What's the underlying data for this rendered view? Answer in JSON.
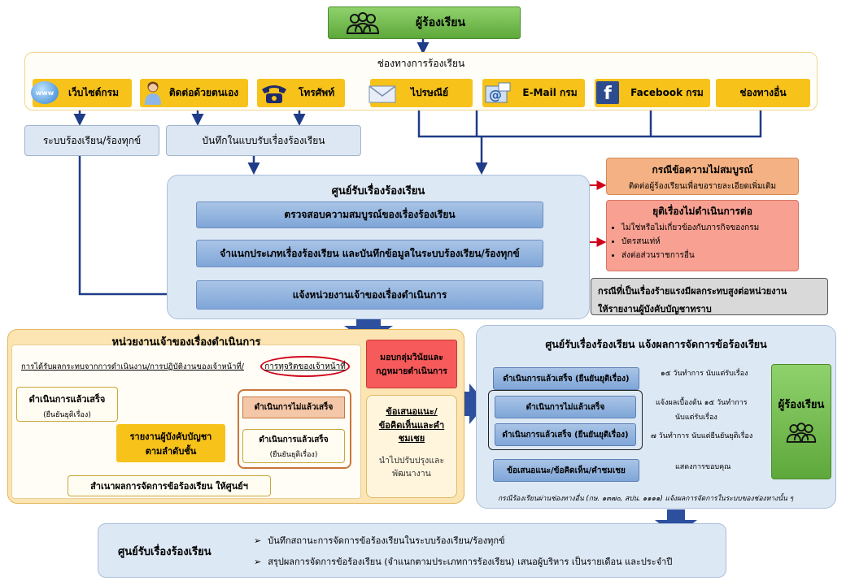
{
  "top": {
    "label": "ผู้ร้องเรียน",
    "icon": "people-icon"
  },
  "channels": {
    "title": "ช่องทางการร้องเรียน",
    "items": [
      {
        "label": "เว็บไซต์กรม",
        "icon": "globe-icon"
      },
      {
        "label": "ติดต่อด้วยตนเอง",
        "icon": "person-icon"
      },
      {
        "label": "โทรศัพท์",
        "icon": "telephone-icon"
      },
      {
        "label": "ไปรษณีย์",
        "icon": "envelope-icon"
      },
      {
        "label": "E-Mail กรม",
        "icon": "email-icon"
      },
      {
        "label": "Facebook กรม",
        "icon": "facebook-icon"
      },
      {
        "label": "ช่องทางอื่น",
        "icon": ""
      }
    ]
  },
  "system": {
    "label": "ระบบร้องเรียน/ร้องทุกข์"
  },
  "form": {
    "label": "บันทึกในแบบรับเรื่องร้องเรียน"
  },
  "center": {
    "title": "ศูนย์รับเรื่องร้องเรียน",
    "step1": "ตรวจสอบความสมบูรณ์ของเรื่องร้องเรียน",
    "step2": "จำแนกประเภทเรื่องร้องเรียน และบันทึกข้อมูลในระบบร้องเรียน/ร้องทุกข์",
    "step3": "แจ้งหน่วยงานเจ้าของเรื่องดำเนินการ"
  },
  "incomplete": {
    "title": "กรณีข้อความไม่สมบูรณ์",
    "body": "ติดต่อผู้ร้องเรียนเพื่อขอรายละเอียดเพิ่มเติม"
  },
  "stop": {
    "title": "ยุติเรื่องไม่ดำเนินการต่อ",
    "items": [
      "ไม่ใช่หรือไม่เกี่ยวข้องกับภารกิจของกรม",
      "บัตรสนเท่ห์",
      "ส่งต่อส่วนราชการอื่น"
    ]
  },
  "serious": {
    "line1": "กรณีที่เป็นเรื่องร้ายแรงมีผลกระทบสูงต่อหน่วยงาน",
    "line2": "ให้รายงานผู้บังคับบัญชาทราบ"
  },
  "unit": {
    "title": "หน่วยงานเจ้าของเรื่องดำเนินการ",
    "header": "การได้รับผลกระทบจากการดำเนินงาน/การปฏิบัติงานของเจ้าหน้าที่/",
    "corruption": "การทุจริตของเจ้าหน้าที่",
    "done": "ดำเนินการแล้วเสร็จ",
    "done_sub": "(ยืนยันยุติเรื่อง)",
    "report1": "รายงานผู้บังคับบัญชา",
    "report2": "ตามลำดับชั้น",
    "notdone": "ดำเนินการไม่แล้วเสร็จ",
    "done2": "ดำเนินการแล้วเสร็จ",
    "done2_sub": "(ยืนยันยุติเรื่อง)",
    "copy": "สำเนาผลการจัดการข้อร้องเรียน ให้ศูนย์ฯ",
    "discipline": "มอบกลุ่มวินัยและกฎหมายดำเนินการ",
    "suggest_title": "ข้อเสนอแนะ/ข้อคิดเห็นและคำชมเชย",
    "suggest_body": "นำไปปรับปรุงและพัฒนางาน"
  },
  "notify": {
    "title": "ศูนย์รับเรื่องร้องเรียน แจ้งผลการจัดการข้อร้องเรียน",
    "r1_box": "ดำเนินการแล้วเสร็จ (ยืนยันยุติเรื่อง)",
    "r1_note": "๑๕ วันทำการ นับแต่รับเรื่อง",
    "r2_box": "ดำเนินการไม่แล้วเสร็จ",
    "r2_note1": "แจ้งผลเบื้องต้น ๑๕ วันทำการ",
    "r2_note2": "นับแต่รับเรื่อง",
    "r3_box": "ดำเนินการแล้วเสร็จ (ยืนยันยุติเรื่อง)",
    "r3_note": "๗ วันทำการ นับแต่ยืนยันยุติเรื่อง",
    "r4_box": "ข้อเสนอแนะ/ข้อคิดเห็น/คำชมเชย",
    "r4_note": "แสดงการขอบคุณ",
    "target": "ผู้ร้องเรียน",
    "footnote": "กรณีร้องเรียนผ่านช่องทางอื่น (กษ. ๑๓๗๐, สปน. ๑๑๑๑) แจ้งผลการจัดการในระบบของช่องทางนั้น ๆ"
  },
  "bottom": {
    "title": "ศูนย์รับเรื่องร้องเรียน",
    "b1": "บันทึกสถานะการจัดการข้อร้องเรียนในระบบร้องเรียน/ร้องทุกข์",
    "b2": "สรุปผลการจัดการข้อร้องเรียน (จำแนกตามประเภทการร้องเรียน) เสนอผู้บริหาร เป็นรายเดือน และประจำปี"
  }
}
